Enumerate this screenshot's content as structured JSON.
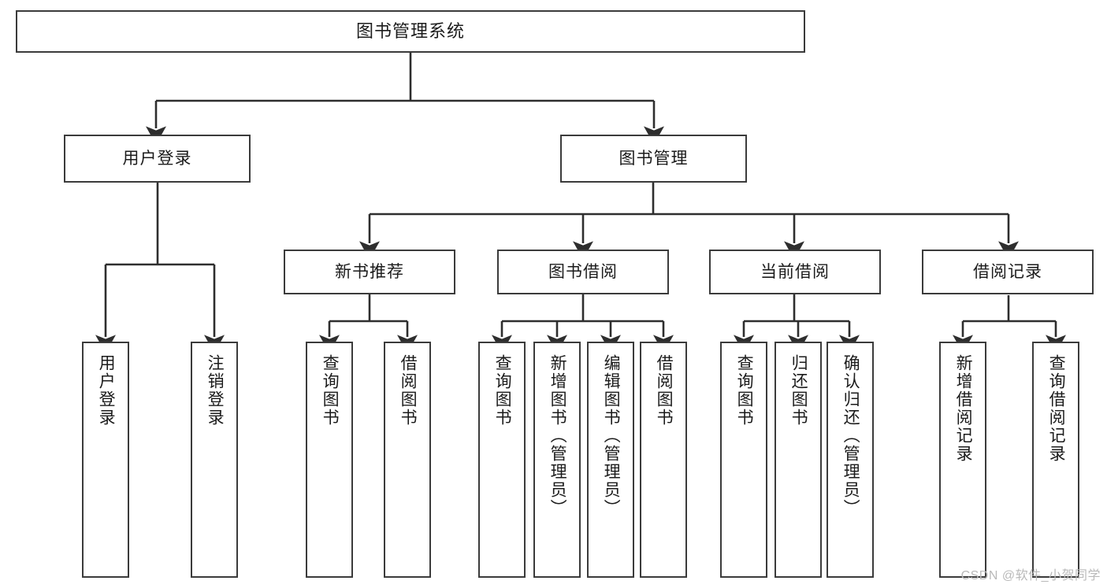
{
  "diagram": {
    "title_node": {
      "id": "root",
      "label": "图书管理系统"
    },
    "level1": [
      {
        "id": "user-login",
        "label": "用户登录"
      },
      {
        "id": "book-manage",
        "label": "图书管理"
      }
    ],
    "level2": [
      {
        "id": "new-book-recommend",
        "label": "新书推荐"
      },
      {
        "id": "book-borrow",
        "label": "图书借阅"
      },
      {
        "id": "current-borrow",
        "label": "当前借阅"
      },
      {
        "id": "borrow-record",
        "label": "借阅记录"
      }
    ],
    "leaves": [
      {
        "id": "leaf-user-login",
        "label": "用户登录",
        "parent": "user-login"
      },
      {
        "id": "leaf-logout-login",
        "label": "注销登录",
        "parent": "user-login"
      },
      {
        "id": "leaf-query-book-1",
        "label": "查询图书",
        "parent": "new-book-recommend"
      },
      {
        "id": "leaf-borrow-book-1",
        "label": "借阅图书",
        "parent": "new-book-recommend"
      },
      {
        "id": "leaf-query-book-2",
        "label": "查询图书",
        "parent": "book-borrow"
      },
      {
        "id": "leaf-add-book",
        "label": "新增图书（管理员）",
        "parent": "book-borrow"
      },
      {
        "id": "leaf-edit-book",
        "label": "编辑图书（管理员）",
        "parent": "book-borrow"
      },
      {
        "id": "leaf-borrow-book-2",
        "label": "借阅图书",
        "parent": "book-borrow"
      },
      {
        "id": "leaf-query-book-3",
        "label": "查询图书",
        "parent": "current-borrow"
      },
      {
        "id": "leaf-return-book",
        "label": "归还图书",
        "parent": "current-borrow"
      },
      {
        "id": "leaf-confirm-return",
        "label": "确认归还（管理员）",
        "parent": "current-borrow"
      },
      {
        "id": "leaf-add-record",
        "label": "新增借阅记录",
        "parent": "borrow-record"
      },
      {
        "id": "leaf-query-record",
        "label": "查询借阅记录",
        "parent": "borrow-record"
      }
    ],
    "colors": {
      "border": "#3b3b3b",
      "background": "#ffffff",
      "text": "#1b1b1b",
      "watermark": "#b9b9b9"
    }
  },
  "watermark": {
    "text": "CSDN @软件_小贺同学"
  }
}
